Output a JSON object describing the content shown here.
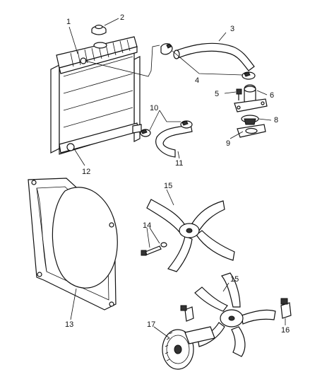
{
  "callouts": [
    {
      "id": "c1",
      "text": "1"
    },
    {
      "id": "c2",
      "text": "2"
    },
    {
      "id": "c3",
      "text": "3"
    },
    {
      "id": "c4",
      "text": "4"
    },
    {
      "id": "c5",
      "text": "5"
    },
    {
      "id": "c6",
      "text": "6"
    },
    {
      "id": "c8",
      "text": "8"
    },
    {
      "id": "c9",
      "text": "9"
    },
    {
      "id": "c10",
      "text": "10"
    },
    {
      "id": "c11",
      "text": "11"
    },
    {
      "id": "c12",
      "text": "12"
    },
    {
      "id": "c13",
      "text": "13"
    },
    {
      "id": "c14",
      "text": "14"
    },
    {
      "id": "c15a",
      "text": "15"
    },
    {
      "id": "c15b",
      "text": "15"
    },
    {
      "id": "c16",
      "text": "16"
    },
    {
      "id": "c17",
      "text": "17"
    }
  ]
}
